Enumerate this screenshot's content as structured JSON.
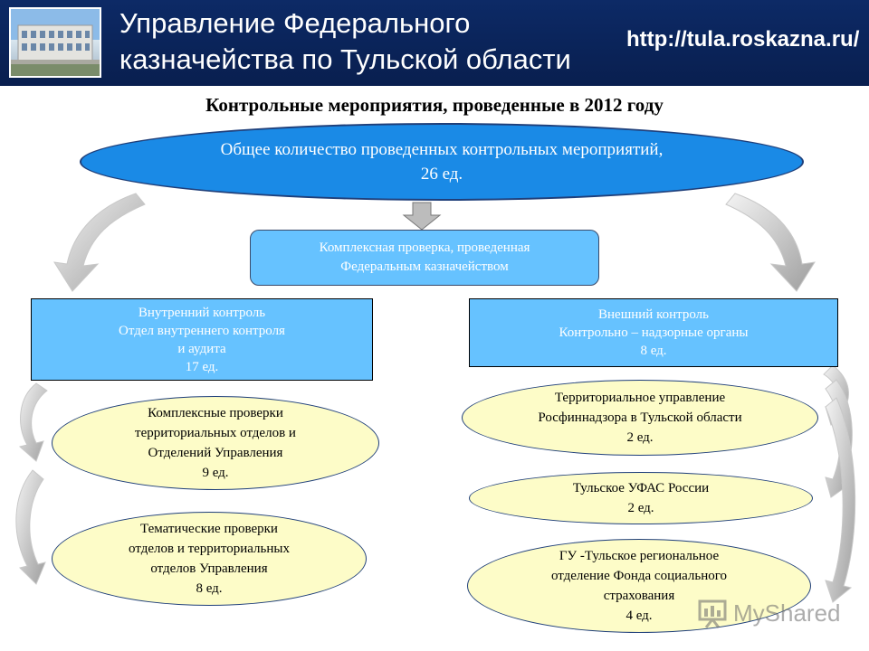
{
  "header": {
    "title_line1": "Управление Федерального",
    "title_line2": "казначейства по Тульской области",
    "url": "http://tula.roskazna.ru/"
  },
  "title": "Контрольные мероприятия, проведенные в 2012 году",
  "top": {
    "line1": "Общее количество проведенных контрольных мероприятий,",
    "line2": "26 ед."
  },
  "center": {
    "line1": "Комплексная проверка, проведенная",
    "line2": "Федеральным казначейством"
  },
  "internal": {
    "line1": "Внутренний контроль",
    "line2": "Отдел внутреннего контроля",
    "line3": "и аудита",
    "line4": "17 ед.",
    "items": [
      {
        "lines": [
          "Комплексные проверки",
          "территориальных отделов и",
          "Отделений Управления",
          "9 ед."
        ]
      },
      {
        "lines": [
          "Тематические проверки",
          "отделов и территориальных",
          "отделов Управления",
          "8 ед."
        ]
      }
    ]
  },
  "external": {
    "line1": "Внешний контроль",
    "line2": "Контрольно – надзорные органы",
    "line3": "8 ед.",
    "items": [
      {
        "lines": [
          "Территориальное управление",
          "Росфиннадзора в Тульской области",
          "2 ед."
        ]
      },
      {
        "lines": [
          "Тульское УФАС России",
          "2 ед."
        ]
      },
      {
        "lines": [
          "ГУ -Тульское региональное",
          "отделение Фонда социального",
          "страхования",
          "4 ед."
        ]
      }
    ]
  },
  "watermark": {
    "text": "MyShared"
  },
  "colors": {
    "header_bg": "#0a2358",
    "ellipse_blue": "#1a8ae6",
    "box_blue": "#66c2ff",
    "ellipse_yellow": "#fdfcc8",
    "arrow_gray": "#b8b8b8"
  },
  "icons": {
    "header_photo": "building-photo",
    "arrows": "curved-gray-arrow",
    "watermark": "presentation-board-icon"
  }
}
